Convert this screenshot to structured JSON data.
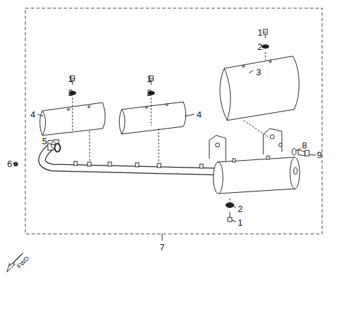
{
  "diagram": {
    "labels": [
      "1",
      "2",
      "3",
      "1",
      "1",
      "2",
      "2",
      "4",
      "4",
      "5",
      "6",
      "8",
      "9",
      "2",
      "1",
      "7",
      "FWD"
    ]
  }
}
